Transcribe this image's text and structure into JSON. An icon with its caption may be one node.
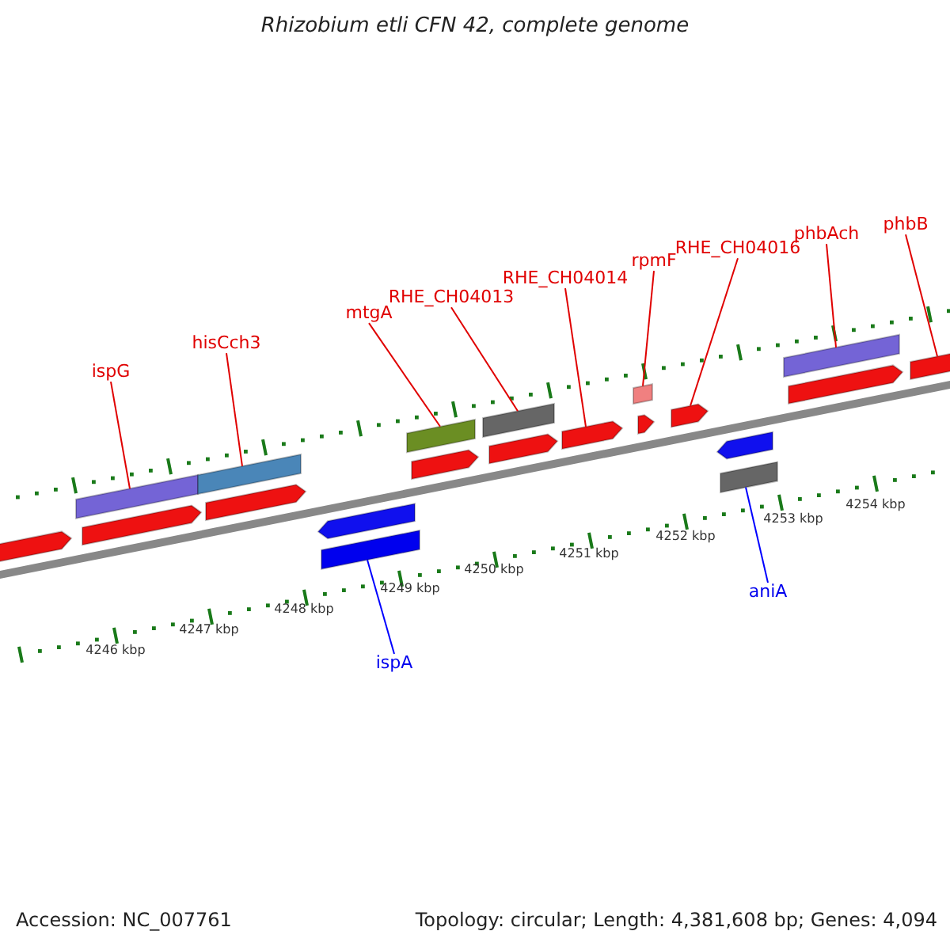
{
  "diagram": {
    "title": "Rhizobium etli CFN 42, complete genome",
    "nodes": [
      {
        "text": [
          "ispG"
        ]
      },
      {
        "text": [
          "hisCch3"
        ]
      },
      {
        "text": [
          "mtgA"
        ]
      },
      {
        "text": [
          "RHE_CH04013"
        ]
      },
      {
        "text": [
          "RHE_CH04014"
        ]
      },
      {
        "text": [
          "rpmF"
        ]
      },
      {
        "text": [
          "RHE_CH04016"
        ]
      },
      {
        "text": [
          "phbAch"
        ]
      },
      {
        "text": [
          "phbB"
        ]
      },
      {
        "text": [
          "ispA"
        ]
      },
      {
        "text": [
          "aniA"
        ]
      },
      {
        "text": [],
        "shape": "arrow"
      },
      {
        "text": [],
        "shape": "bar"
      },
      {
        "text": [],
        "shape": "arrow"
      },
      {
        "text": [],
        "shape": "bar"
      },
      {
        "text": [],
        "shape": "arrow"
      },
      {
        "text": [],
        "shape": "arrow"
      },
      {
        "text": [],
        "shape": "bar"
      },
      {
        "text": [],
        "shape": "bar"
      },
      {
        "text": [],
        "shape": "arrow"
      },
      {
        "text": [],
        "shape": "bar"
      },
      {
        "text": [],
        "shape": "arrow"
      },
      {
        "text": [],
        "shape": "arrow"
      },
      {
        "text": [],
        "shape": "bar"
      },
      {
        "text": [],
        "shape": "arrow"
      },
      {
        "text": [],
        "shape": "arrow"
      },
      {
        "text": [],
        "shape": "arrow"
      },
      {
        "text": [],
        "shape": "bar"
      },
      {
        "text": [],
        "shape": "bar"
      },
      {
        "text": [],
        "shape": "arrow"
      },
      {
        "text": [],
        "shape": "arrow"
      }
    ],
    "edges": [
      {
        "from": 0,
        "to": 12,
        "arrow": "none"
      },
      {
        "from": 1,
        "to": 14,
        "arrow": "none"
      },
      {
        "from": 2,
        "to": 18,
        "arrow": "none"
      },
      {
        "from": 3,
        "to": 20,
        "arrow": "none"
      },
      {
        "from": 4,
        "to": 22,
        "arrow": "none"
      },
      {
        "from": 5,
        "to": 23,
        "arrow": "none"
      },
      {
        "from": 6,
        "to": 25,
        "arrow": "none"
      },
      {
        "from": 7,
        "to": 28,
        "arrow": "none"
      },
      {
        "from": 8,
        "to": 30,
        "arrow": "none"
      },
      {
        "from": 9,
        "to": 17,
        "arrow": "none",
        "color": "#0000ff"
      },
      {
        "from": 10,
        "to": 27,
        "arrow": "none",
        "color": "#0000ff"
      }
    ],
    "labels": [
      "4246 kbp",
      "4247 kbp",
      "4248 kbp",
      "4249 kbp",
      "4250 kbp",
      "4251 kbp",
      "4252 kbp",
      "4253 kbp",
      "4254 kbp",
      "Accession: NC_007761",
      "Topology: circular; Length: 4,381,608 bp; Genes: 4,094"
    ]
  }
}
